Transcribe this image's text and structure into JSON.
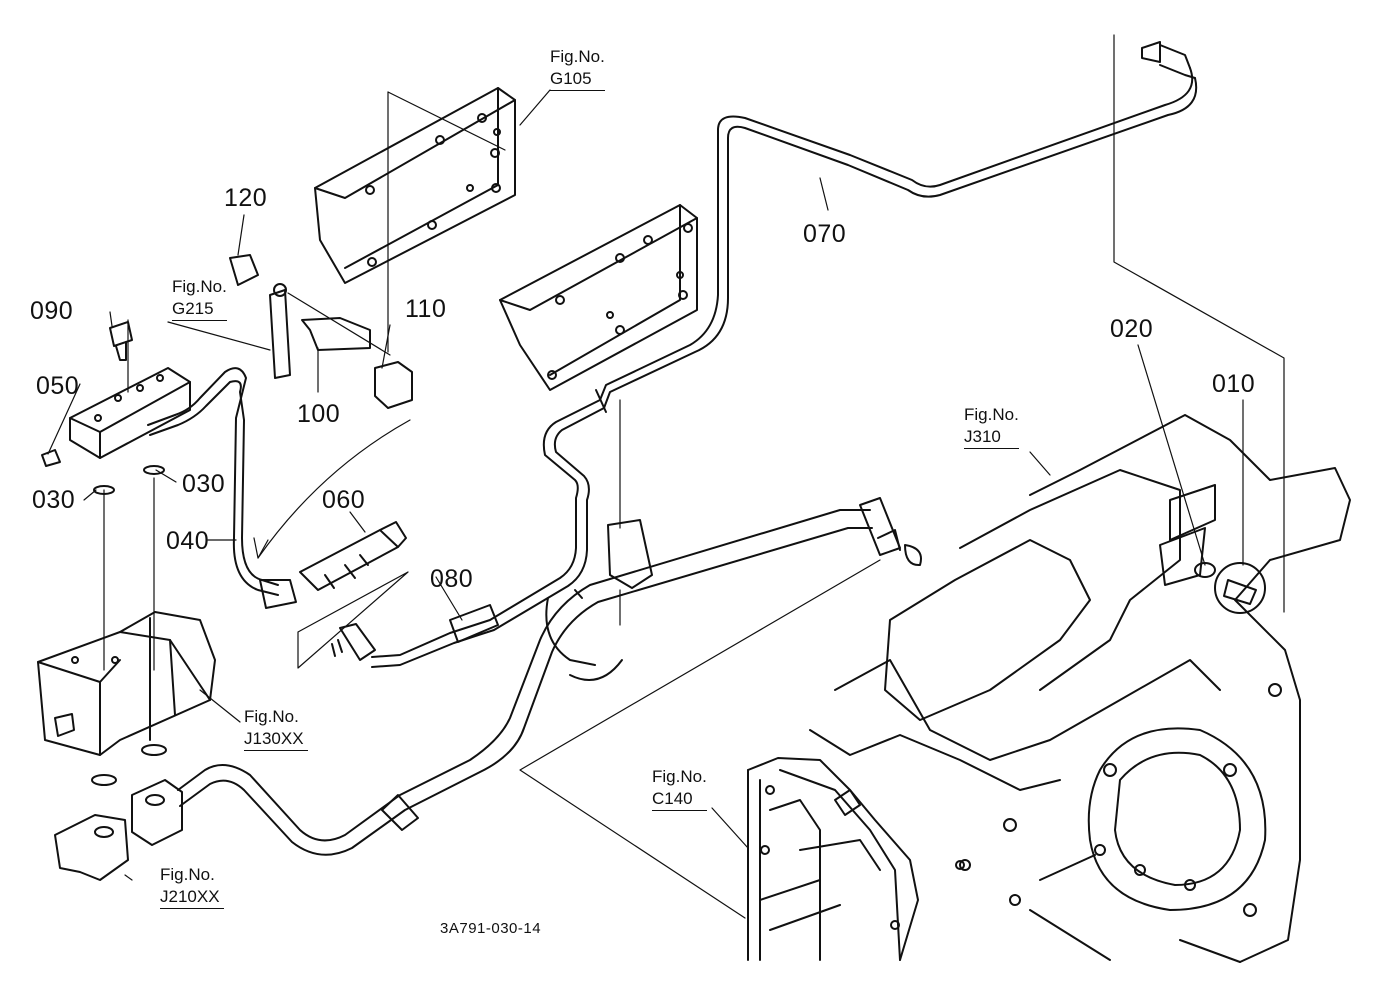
{
  "labels": {
    "p010": "010",
    "p020": "020",
    "p030a": "030",
    "p030b": "030",
    "p040": "040",
    "p050": "050",
    "p060": "060",
    "p070": "070",
    "p080": "080",
    "p090": "090",
    "p100": "100",
    "p110": "110",
    "p120": "120"
  },
  "figs": {
    "g105": {
      "head": "Fig.No.",
      "code": "G105"
    },
    "g215": {
      "head": "Fig.No.",
      "code": "G215"
    },
    "j310": {
      "head": "Fig.No.",
      "code": "J310"
    },
    "j130": {
      "head": "Fig.No.",
      "code": "J130XX"
    },
    "c140": {
      "head": "Fig.No.",
      "code": "C140"
    },
    "j210": {
      "head": "Fig.No.",
      "code": "J210XX"
    }
  },
  "drawing_code": "3A791-030-14"
}
